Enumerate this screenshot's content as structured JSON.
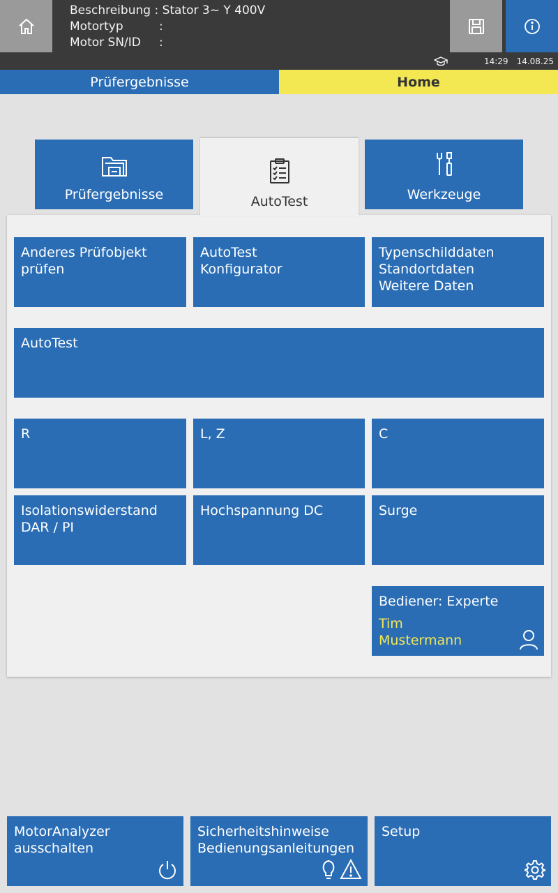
{
  "header": {
    "info": [
      {
        "key": "Beschreibung",
        "sep": ":",
        "value": "Stator 3~ Y 400V"
      },
      {
        "key": "Motortyp",
        "sep": ":",
        "value": ""
      },
      {
        "key": "Motor SN/ID",
        "sep": ":",
        "value": ""
      }
    ],
    "time": "14:29",
    "date": "14.08.25",
    "icons": {
      "home": "home-icon",
      "save": "save-icon",
      "info": "info-icon",
      "mode": "graduation-cap-icon"
    }
  },
  "nav": {
    "results_label": "Prüfergebnisse",
    "home_label": "Home"
  },
  "tabs": [
    {
      "label": "Prüfergebnisse",
      "icon": "folder-icon"
    },
    {
      "label": "AutoTest",
      "icon": "clipboard-icon",
      "active": true
    },
    {
      "label": "Werkzeuge",
      "icon": "tools-icon"
    }
  ],
  "panel": {
    "row1": [
      {
        "line1": "Anderes Prüfobjekt",
        "line2": "prüfen",
        "line3": ""
      },
      {
        "line1": "AutoTest",
        "line2": "Konfigurator",
        "line3": ""
      },
      {
        "line1": "Typenschilddaten",
        "line2": "Standortdaten",
        "line3": "Weitere Daten"
      }
    ],
    "autotest": "AutoTest",
    "row3": [
      "R",
      "L, Z",
      "C"
    ],
    "row4": [
      {
        "line1": "Isolationswiderstand",
        "line2": "DAR / PI"
      },
      {
        "line1": "Hochspannung DC",
        "line2": ""
      },
      {
        "line1": "Surge",
        "line2": ""
      }
    ],
    "operator": {
      "role": "Bediener: Experte",
      "first_name": "Tim",
      "last_name": "Mustermann",
      "icon": "user-icon"
    }
  },
  "bottom": [
    {
      "line1": "MotorAnalyzer",
      "line2": "ausschalten",
      "icon": "power-icon"
    },
    {
      "line1": "Sicherheitshinweise",
      "line2": "Bedienungsanleitungen",
      "icon": "lightbulb-warning-icon"
    },
    {
      "line1": "Setup",
      "line2": "",
      "icon": "gear-icon"
    }
  ],
  "colors": {
    "primary": "#2a6db5",
    "accent": "#f3e752",
    "topbar": "#3a3a3a",
    "background": "#e2e2e2",
    "panel": "#f0f0f0"
  }
}
